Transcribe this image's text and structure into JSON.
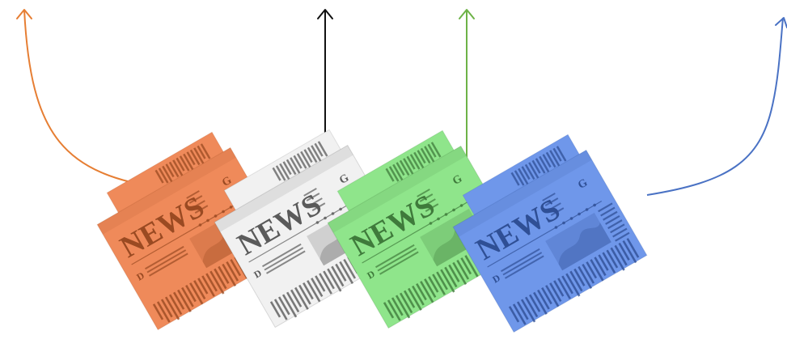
{
  "diagram": {
    "newspapers": [
      {
        "masthead": "NEWS",
        "corner_letter": "G",
        "section_letter": "D",
        "color": "#ef8a5a",
        "dark": "#9a4a22",
        "arrow_color": "#e67e33",
        "arrow_side": "left"
      },
      {
        "masthead": "NEWS",
        "corner_letter": "G",
        "section_letter": "D",
        "color": "#f1f1f1",
        "dark": "#5a5a5a",
        "arrow_color": "#111111",
        "arrow_side": "up"
      },
      {
        "masthead": "NEWS",
        "corner_letter": "G",
        "section_letter": "D",
        "color": "#8fe58b",
        "dark": "#3f7a3b",
        "arrow_color": "#6db347",
        "arrow_side": "up"
      },
      {
        "masthead": "NEWS",
        "corner_letter": "G",
        "section_letter": "D",
        "color": "#6f97ea",
        "dark": "#2f4f95",
        "arrow_color": "#4a72c4",
        "arrow_side": "right"
      }
    ]
  }
}
